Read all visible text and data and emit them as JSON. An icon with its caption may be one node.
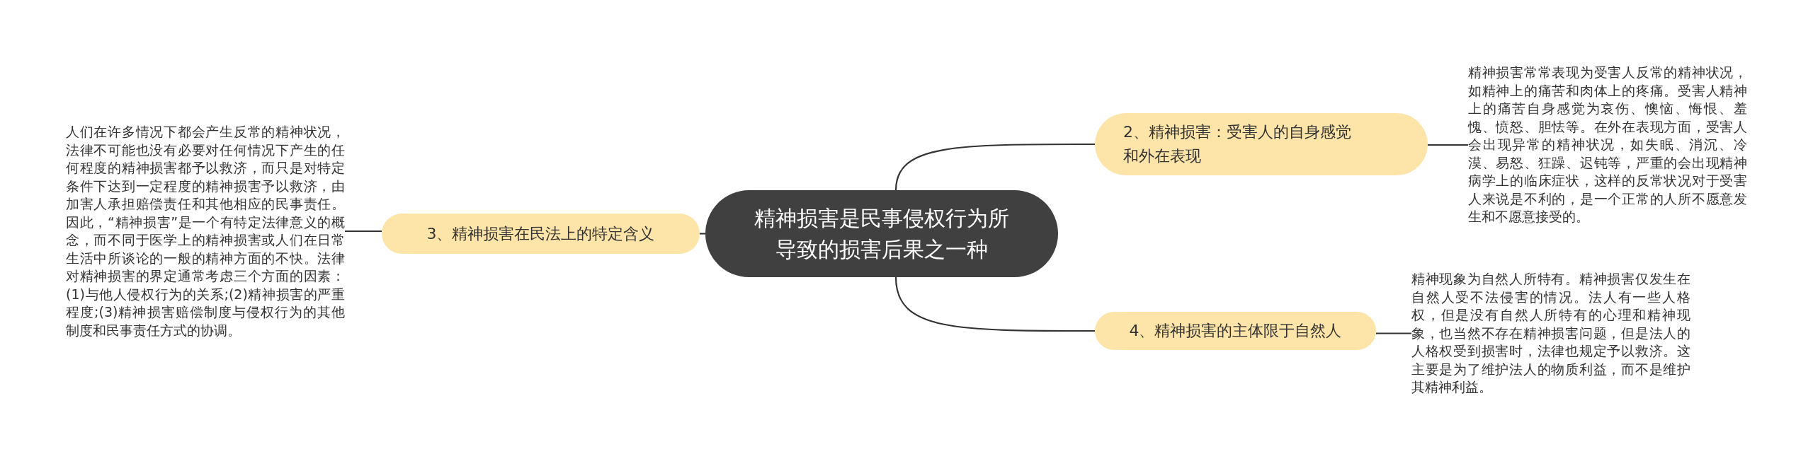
{
  "diagram": {
    "nodes": [
      {
        "text": [
          "精神损害是民事侵权行为所导致的损害后果之一种"
        ]
      },
      {
        "text": [
          "2、精神损害：受害人的自身感觉和外在表现"
        ]
      },
      {
        "text": [
          "精神损害常常表现为受害人反常的精神状况，如精神上的痛苦和肉体上的疼痛。受害人精神上的痛苦自身感觉为哀伤、懊恼、悔恨、羞愧、愤怒、胆怯等。在外在表现方面，受害人会出现异常的精神状况，如失眠、消沉、冷漠、易怒、狂躁、迟钝等，严重的会出现精神病学上的临床症状，这样的反常状况对于受害人来说是不利的，是一个正常的人所不愿意发生和不愿意接受的。"
        ]
      },
      {
        "text": [
          "3、精神损害在民法上的特定含义"
        ]
      },
      {
        "text": [
          "人们在许多情况下都会产生反常的精神状况，法律不可能也没有必要对任何情况下产生的任何程度的精神损害都予以救济，而只是对特定条件下达到一定程度的精神损害予以救济，由加害人承担赔偿责任和其他相应的民事责任。因此，“精神损害”是一个有特定法律意义的概念，而不同于医学上的精神损害或人们在日常生活中所谈论的一般的精神方面的不快。法律对精神损害的界定通常考虑三个方面的因素：(1)与他人侵权行为的关系;(2)精神损害的严重程度;(3)精神损害赔偿制度与侵权行为的其他制度和民事责任方式的协调。"
        ]
      },
      {
        "text": [
          "4、精神损害的主体限于自然人"
        ]
      },
      {
        "text": [
          "精神现象为自然人所特有。精神损害仅发生在自然人受不法侵害的情况。法人有一些人格权，但是没有自然人所特有的心理和精神现象，也当然不存在精神损害问题，但是法人的人格权受到损害时，法律也规定予以救济。这主要是为了维护法人的物质利益，而不是维护其精神利益。"
        ]
      }
    ],
    "edges": [
      {
        "from": 0,
        "to": 1,
        "arrow": "none"
      },
      {
        "from": 1,
        "to": 2,
        "arrow": "none"
      },
      {
        "from": 0,
        "to": 3,
        "arrow": "none"
      },
      {
        "from": 3,
        "to": 4,
        "arrow": "none"
      },
      {
        "from": 0,
        "to": 5,
        "arrow": "none"
      },
      {
        "from": 5,
        "to": 6,
        "arrow": "none"
      }
    ]
  }
}
